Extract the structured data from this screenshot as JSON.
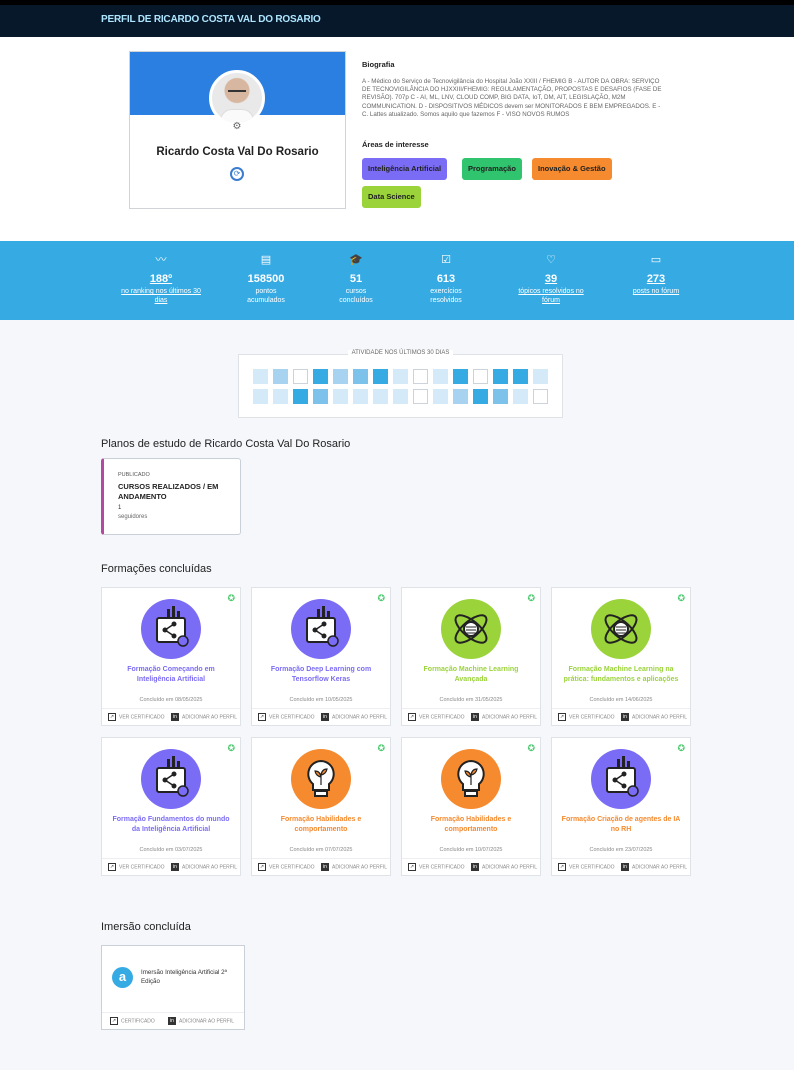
{
  "header": {
    "title": "PERFIL DE RICARDO COSTA VAL DO ROSARIO"
  },
  "profile": {
    "name": "Ricardo Costa Val Do Rosario",
    "bio_title": "Biografia",
    "bio": "A - Médico do Serviço de Tecnovigilância do Hospital João XXIII / FHEMIG B - AUTOR DA OBRA: SERVIÇO DE TECNOVIGILÂNCIA DO HJXXIII/FHEMIG: REGULAMENTAÇÃO, PROPOSTAS E DESAFIOS (FASE DE REVISÃO). 707p C - AI, ML, LNV, CLOUD COMP, BIG DATA, IoT, DM, AIT, LEGISLAÇÃO, M2M COMMUNICATION. D - DISPOSITIVOS MÉDICOS devem ser MONITORADOS E BEM EMPREGADOS. E - C. Lattes atualizado. Somos aquilo que fazemos F - VISO NOVOS RUMOS",
    "interests_title": "Áreas de interesse",
    "interests": [
      {
        "label": "Inteligência Artificial",
        "color": "#7b6cf6"
      },
      {
        "label": "Programação",
        "color": "#2fc46d"
      },
      {
        "label": "Inovação & Gestão",
        "color": "#f68a2e"
      },
      {
        "label": "Data Science",
        "color": "#9bd33b"
      }
    ]
  },
  "stats": [
    {
      "icon": "activity-icon",
      "value": "188º",
      "label": "no ranking nos últimos 30 dias",
      "link": true
    },
    {
      "icon": "points-icon",
      "value": "158500",
      "label": "pontos acumulados",
      "link": false
    },
    {
      "icon": "graduation-cap-icon",
      "value": "51",
      "label": "cursos concluídos",
      "link": false
    },
    {
      "icon": "exercise-icon",
      "value": "613",
      "label": "exercícios resolvidos",
      "link": false
    },
    {
      "icon": "forum-help-icon",
      "value": "39",
      "label": "tópicos resolvidos no fórum",
      "link": true
    },
    {
      "icon": "forum-posts-icon",
      "value": "273",
      "label": "posts no fórum",
      "link": true
    }
  ],
  "activity": {
    "title": "ATIVIDADE NOS ÚLTIMOS 30 DIAS",
    "levels": [
      1,
      2,
      0,
      4,
      2,
      3,
      4,
      1,
      0,
      1,
      4,
      0,
      4,
      4,
      1,
      1,
      1,
      4,
      3,
      1,
      1,
      1,
      1,
      0,
      1,
      2,
      4,
      3,
      1,
      0
    ],
    "colors": [
      "#ffffff",
      "#d5eaf8",
      "#a8d3f0",
      "#7cc2ea",
      "#36aae3"
    ]
  },
  "plans": {
    "section_title": "Planos de estudo de Ricardo Costa Val Do Rosario",
    "items": [
      {
        "status": "PUBLICADO",
        "title": "CURSOS REALIZADOS / EM ANDAMENTO",
        "followers": "1",
        "followers_label": "seguidores"
      }
    ]
  },
  "formations": {
    "section_title": "Formações concluídas",
    "view_label": "VER CERTIFICADO",
    "add_label": "ADICIONAR AO PERFIL",
    "items": [
      {
        "title": "Formação Começando em Inteligência Artificial",
        "date": "Concluído em 08/05/2025",
        "theme": "ai",
        "color": "#7b6cf6"
      },
      {
        "title": "Formação Deep Learning com Tensorflow Keras",
        "date": "Concluído em 10/05/2025",
        "theme": "ai",
        "color": "#7b6cf6"
      },
      {
        "title": "Formação Machine Learning Avançada",
        "date": "Concluído em 31/05/2025",
        "theme": "ds",
        "color": "#9bd33b"
      },
      {
        "title": "Formação Machine Learning na prática: fundamentos e aplicações",
        "date": "Concluído em 14/06/2025",
        "theme": "ds",
        "color": "#9bd33b"
      },
      {
        "title": "Formação Fundamentos do mundo da Inteligência Artificial",
        "date": "Concluído em 03/07/2025",
        "theme": "ai",
        "color": "#7b6cf6"
      },
      {
        "title": "Formação Habilidades e comportamento",
        "date": "Concluído em 07/07/2025",
        "theme": "inov",
        "color": "#f68a2e"
      },
      {
        "title": "Formação Habilidades e comportamento",
        "date": "Concluído em 10/07/2025",
        "theme": "inov",
        "color": "#f68a2e"
      },
      {
        "title": "Formação Criação de agentes de IA no RH",
        "date": "Concluído em 23/07/2025",
        "theme": "ai",
        "color": "#f68a2e"
      }
    ]
  },
  "immersions": {
    "section_title": "Imersão concluída",
    "view_label": "CERTIFICADO",
    "add_label": "ADICIONAR AO PERFIL",
    "items": [
      {
        "title": "Imersão Inteligência Artificial 2ª Edição",
        "icon_letter": "a"
      }
    ]
  }
}
